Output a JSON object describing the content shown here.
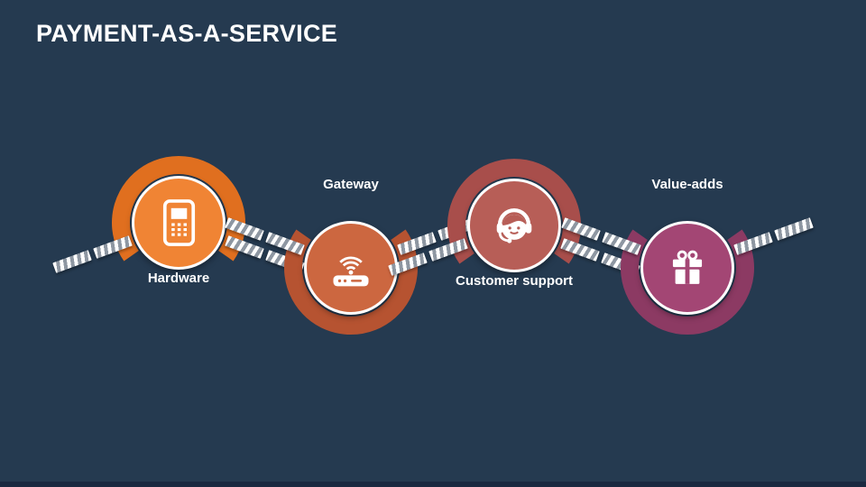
{
  "slide": {
    "title": "PAYMENT-AS-A-SERVICE",
    "title_color": "#FFFFFF",
    "background_color": "#253A50"
  },
  "nodes": [
    {
      "label": "Hardware",
      "icon": "mobile-phone-icon",
      "circle_color": "#F08434",
      "ring_color": "#E06F1F",
      "arc_opening": "bottom",
      "label_position": "below"
    },
    {
      "label": "Gateway",
      "icon": "wifi-router-icon",
      "circle_color": "#CC6740",
      "ring_color": "#B65331",
      "arc_opening": "top",
      "label_position": "above"
    },
    {
      "label": "Customer support",
      "icon": "support-agent-icon",
      "circle_color": "#B75E57",
      "ring_color": "#A84E4B",
      "arc_opening": "bottom",
      "label_position": "below"
    },
    {
      "label": "Value-adds",
      "icon": "gift-icon",
      "circle_color": "#A34674",
      "ring_color": "#8C3A63",
      "arc_opening": "top",
      "label_position": "above"
    }
  ],
  "connectors": {
    "stripe_light": "#FEFEFE",
    "stripe_dark": "#8E97A2"
  }
}
